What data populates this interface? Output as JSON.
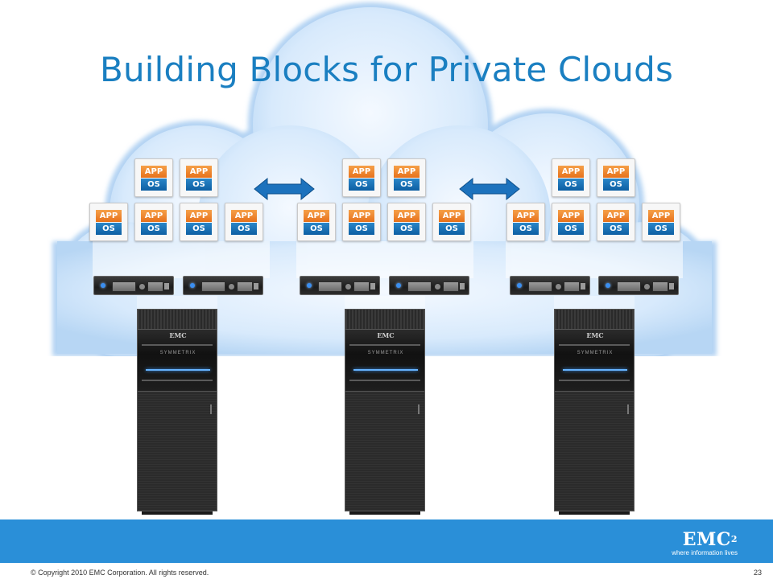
{
  "slide": {
    "title": "Building Blocks for Private Clouds",
    "page_number": "23",
    "copyright": "© Copyright 2010 EMC Corporation. All rights reserved."
  },
  "vm_label": {
    "app": "APP",
    "os": "OS"
  },
  "rack": {
    "brand": "EMC",
    "model": "SYMMETRIX"
  },
  "logo": {
    "wordmark": "EMC",
    "superscript": "2",
    "tagline": "where information lives"
  },
  "colors": {
    "title": "#1a7fc1",
    "band": "#2a8fd8",
    "app_orange": "#e7711b",
    "os_blue": "#0d5fa3",
    "arrow": "#1c72bd",
    "cloud": "#cfe5fb"
  },
  "icons": [
    "cloud-icon",
    "double-arrow-icon",
    "server-blade-icon",
    "storage-array-icon",
    "emc-logo-icon"
  ]
}
